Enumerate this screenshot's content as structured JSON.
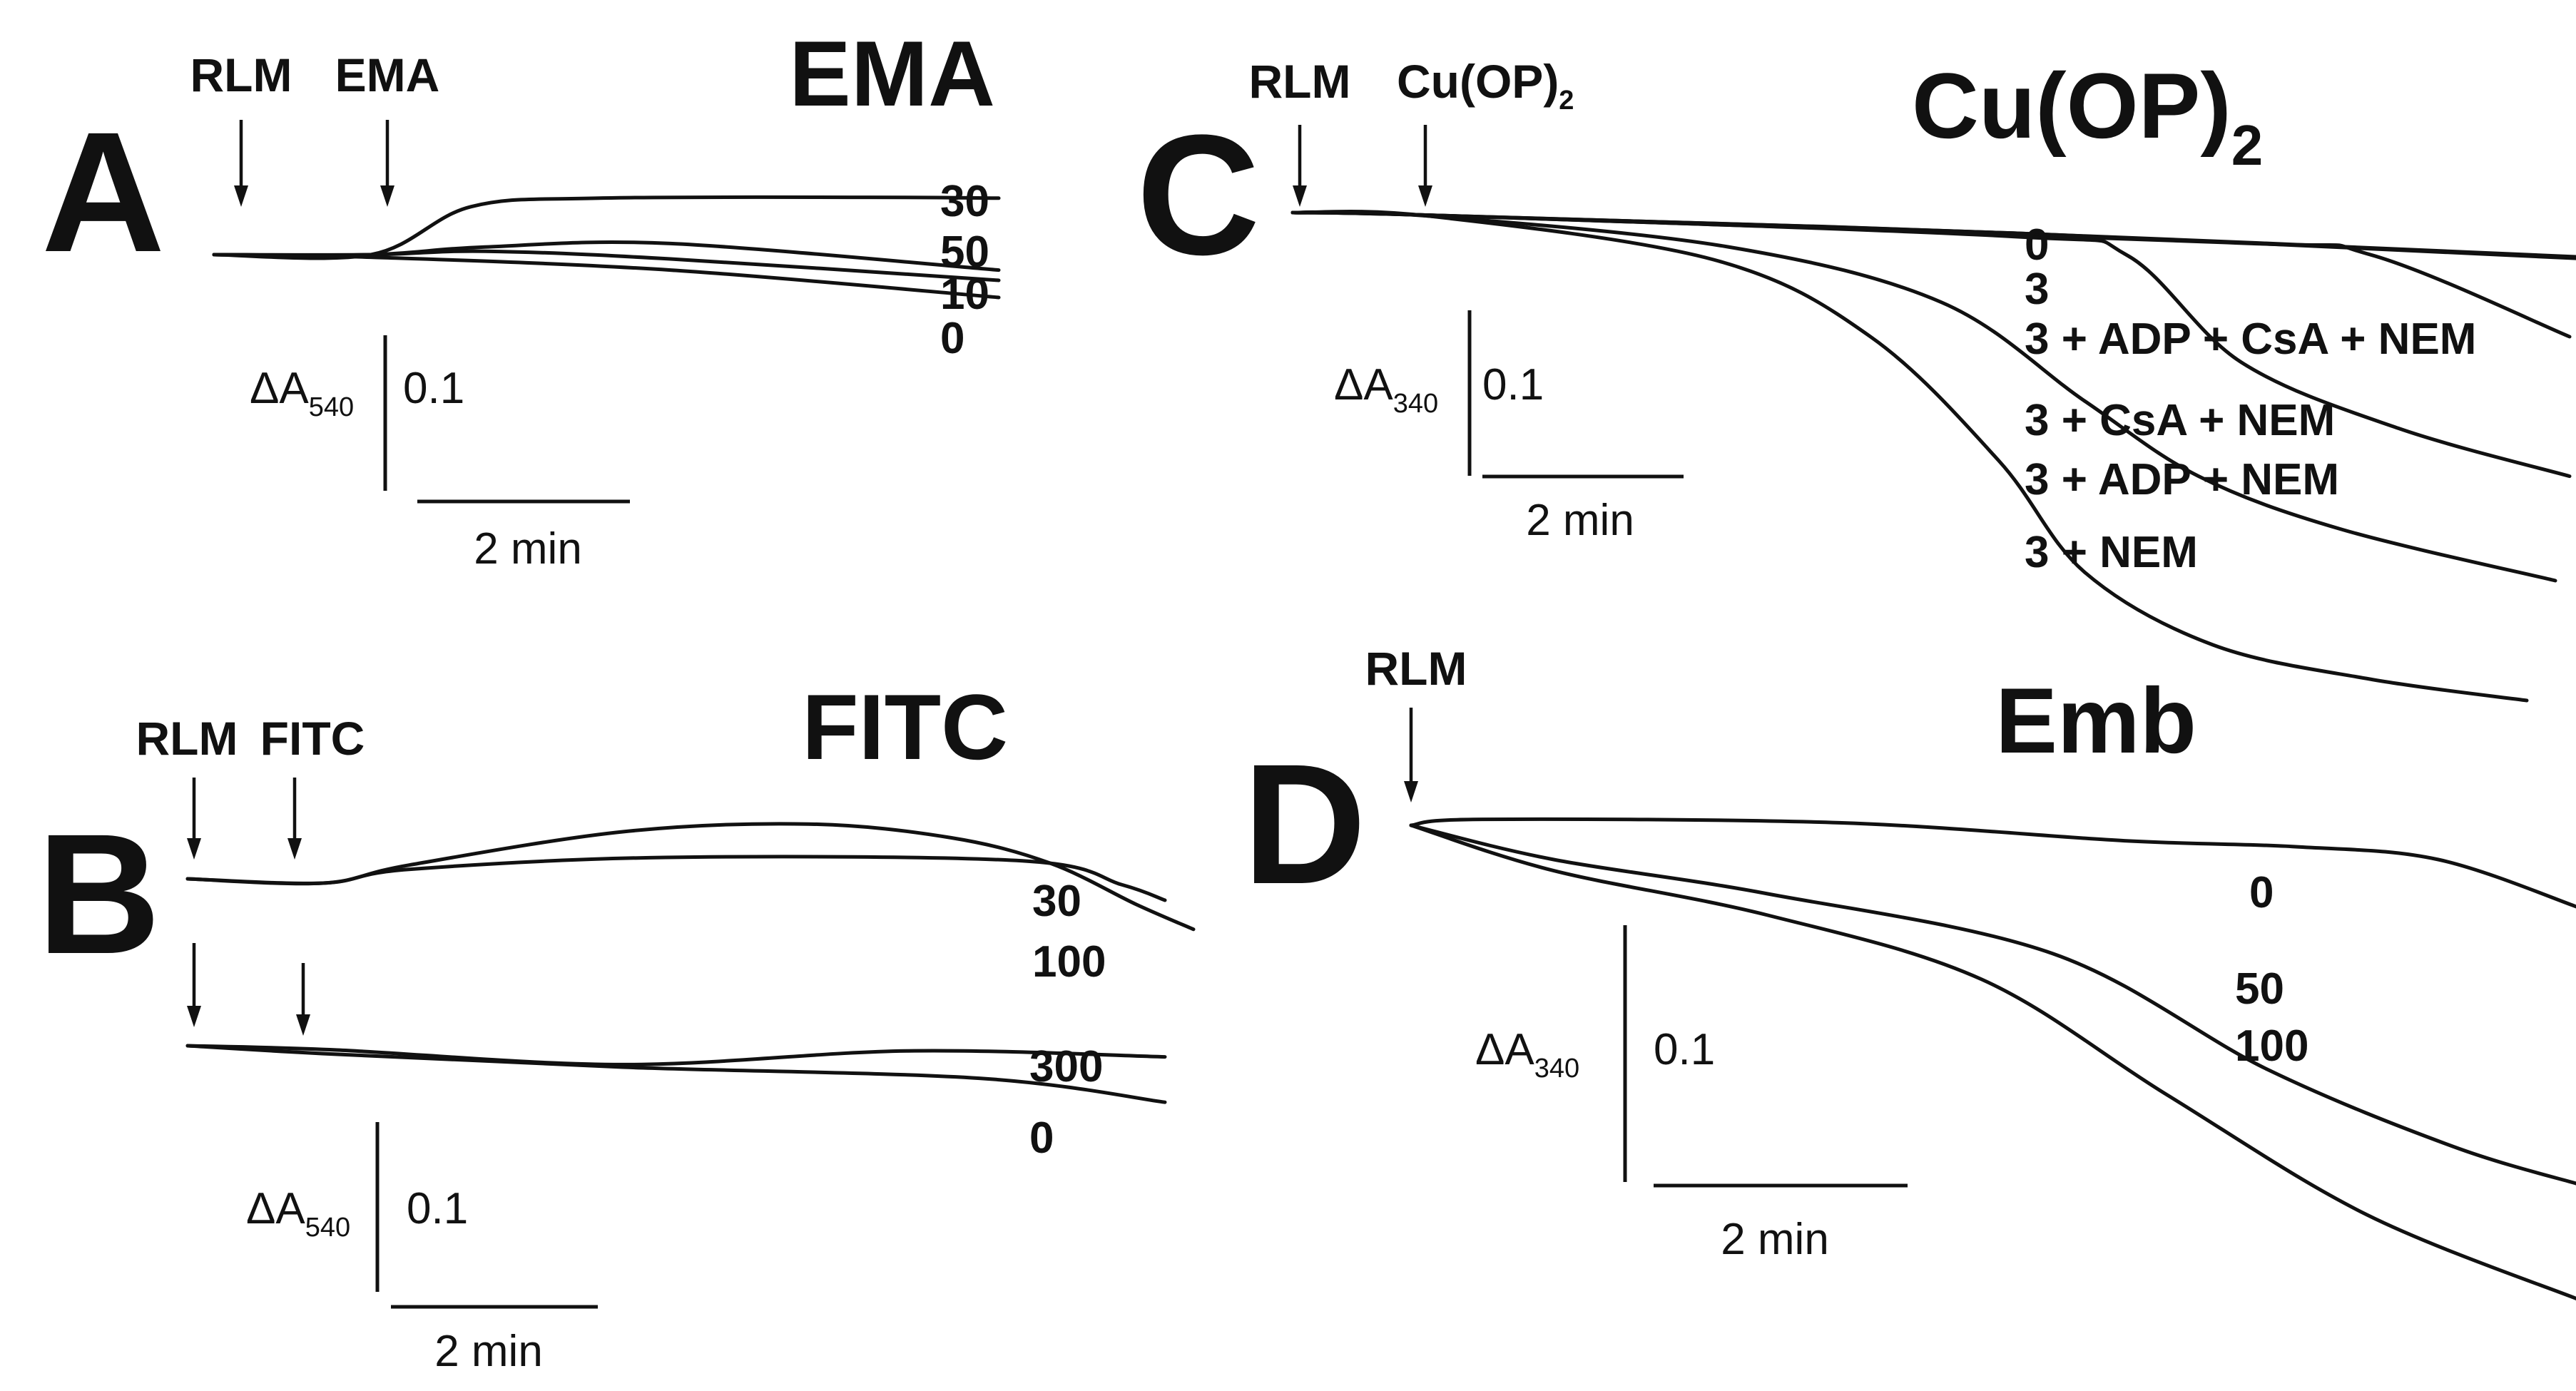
{
  "chart_data": [
    {
      "type": "line",
      "panel_letter": "A",
      "title": "EMA",
      "markers": [
        {
          "label": "RLM",
          "time": 0
        },
        {
          "label": "EMA",
          "time": 0.9
        }
      ],
      "scale_bar": {
        "y_label_main": "ΔA",
        "y_label_sub": "540",
        "y_value": "0.1",
        "x_label": "2 min"
      },
      "series": [
        {
          "name": "30",
          "points": [
            [
              -0.2,
              0
            ],
            [
              0.9,
              0
            ],
            [
              1.6,
              0.056
            ],
            [
              2.5,
              0.066
            ],
            [
              4.4,
              0.067
            ],
            [
              5.3,
              0.066
            ]
          ]
        },
        {
          "name": "50",
          "points": [
            [
              -0.2,
              0
            ],
            [
              0.9,
              0
            ],
            [
              1.7,
              0.009
            ],
            [
              3.0,
              0.013
            ],
            [
              5.3,
              -0.018
            ]
          ]
        },
        {
          "name": "10",
          "points": [
            [
              -0.2,
              0
            ],
            [
              0.9,
              0
            ],
            [
              1.7,
              0.004
            ],
            [
              3.0,
              -0.005
            ],
            [
              5.3,
              -0.03
            ]
          ]
        },
        {
          "name": "0",
          "points": [
            [
              -0.2,
              0
            ],
            [
              0.9,
              -0.003
            ],
            [
              3.0,
              -0.018
            ],
            [
              5.3,
              -0.05
            ]
          ]
        }
      ]
    },
    {
      "type": "line",
      "panel_letter": "B",
      "title": "FITC",
      "markers": [
        {
          "label": "RLM",
          "time": 0
        },
        {
          "label": "FITC",
          "time": 0.9
        }
      ],
      "scale_bar": {
        "y_label_main": "ΔA",
        "y_label_sub": "540",
        "y_value": "0.1",
        "x_label": "2 min"
      },
      "upper_traces": [
        {
          "name": "30",
          "points": [
            [
              -0.05,
              0
            ],
            [
              0.9,
              -0.005
            ],
            [
              1.5,
              0.011
            ],
            [
              3.3,
              0.025
            ],
            [
              5.8,
              0.021
            ],
            [
              6.5,
              -0.007
            ],
            [
              6.8,
              -0.025
            ]
          ]
        },
        {
          "name": "100",
          "points": [
            [
              -0.05,
              0
            ],
            [
              0.9,
              -0.005
            ],
            [
              1.5,
              0.016
            ],
            [
              3.0,
              0.055
            ],
            [
              4.3,
              0.064
            ],
            [
              5.3,
              0.048
            ],
            [
              6.0,
              0.018
            ],
            [
              6.6,
              -0.03
            ],
            [
              7.0,
              -0.059
            ]
          ]
        }
      ],
      "lower_traces": [
        {
          "name": "300",
          "points": [
            [
              -0.05,
              0
            ],
            [
              1.0,
              -0.005
            ],
            [
              3.0,
              -0.022
            ],
            [
              5.0,
              -0.006
            ],
            [
              6.8,
              -0.013
            ]
          ]
        },
        {
          "name": "0",
          "points": [
            [
              -0.05,
              0
            ],
            [
              1.0,
              -0.01
            ],
            [
              3.0,
              -0.025
            ],
            [
              5.5,
              -0.038
            ],
            [
              6.8,
              -0.066
            ]
          ]
        }
      ]
    },
    {
      "type": "line",
      "panel_letter": "C",
      "title": "Cu(OP)",
      "title_sub": "2",
      "markers": [
        {
          "label": "Cu(OP)",
          "label_sub": "2",
          "time": 0.9
        },
        {
          "label": "RLM",
          "time": 0
        }
      ],
      "scale_bar": {
        "y_label_main": "ΔA",
        "y_label_sub": "340",
        "y_value": "0.1",
        "x_label": "2 min"
      },
      "series": [
        {
          "name": "0",
          "points": [
            [
              -0.05,
              0
            ],
            [
              0.9,
              -0.003
            ],
            [
              5.0,
              -0.024
            ],
            [
              9.4,
              -0.057
            ]
          ]
        },
        {
          "name": "3",
          "points": [
            [
              -0.05,
              0
            ],
            [
              0.9,
              -0.003
            ],
            [
              5.0,
              -0.024
            ],
            [
              9.4,
              -0.055
            ]
          ]
        },
        {
          "name": "3 + ADP + CsA + NEM",
          "points": [
            [
              -0.05,
              0
            ],
            [
              0.9,
              -0.003
            ],
            [
              6.5,
              -0.035
            ],
            [
              7.5,
              -0.049
            ],
            [
              8.9,
              -0.145
            ]
          ]
        },
        {
          "name": "3 + CsA + NEM",
          "points": [
            [
              -0.05,
              0
            ],
            [
              0.9,
              -0.003
            ],
            [
              5.0,
              -0.028
            ],
            [
              5.8,
              -0.05
            ],
            [
              6.6,
              -0.175
            ],
            [
              7.7,
              -0.252
            ],
            [
              8.9,
              -0.308
            ]
          ]
        },
        {
          "name": "3 + ADP + NEM",
          "points": [
            [
              -0.05,
              0
            ],
            [
              0.9,
              -0.004
            ],
            [
              3.0,
              -0.04
            ],
            [
              4.5,
              -0.105
            ],
            [
              5.5,
              -0.22
            ],
            [
              6.3,
              -0.308
            ],
            [
              7.3,
              -0.37
            ],
            [
              8.8,
              -0.43
            ]
          ]
        },
        {
          "name": "3 + NEM",
          "points": [
            [
              -0.05,
              0
            ],
            [
              0.9,
              -0.004
            ],
            [
              2.9,
              -0.055
            ],
            [
              4.0,
              -0.145
            ],
            [
              4.9,
              -0.29
            ],
            [
              5.5,
              -0.42
            ],
            [
              6.4,
              -0.505
            ],
            [
              7.5,
              -0.545
            ],
            [
              8.6,
              -0.57
            ]
          ]
        }
      ]
    },
    {
      "type": "line",
      "panel_letter": "D",
      "title": "Emb",
      "markers": [
        {
          "label": "RLM",
          "time": 0
        }
      ],
      "scale_bar": {
        "y_label_main": "ΔA",
        "y_label_sub": "340",
        "y_value": "0.1",
        "x_label": "2 min"
      },
      "series": [
        {
          "name": "0",
          "points": [
            [
              0,
              0
            ],
            [
              0.5,
              0.007
            ],
            [
              3.0,
              0.003
            ],
            [
              5.0,
              -0.018
            ],
            [
              6.2,
              -0.025
            ],
            [
              7.2,
              -0.04
            ],
            [
              8.2,
              -0.097
            ]
          ]
        },
        {
          "name": "50",
          "points": [
            [
              0,
              0
            ],
            [
              1.0,
              -0.04
            ],
            [
              2.5,
              -0.08
            ],
            [
              4.5,
              -0.15
            ],
            [
              6.0,
              -0.285
            ],
            [
              7.3,
              -0.375
            ],
            [
              8.2,
              -0.42
            ]
          ]
        },
        {
          "name": "100",
          "points": [
            [
              0,
              0
            ],
            [
              1.0,
              -0.053
            ],
            [
              2.5,
              -0.105
            ],
            [
              4.0,
              -0.18
            ],
            [
              5.3,
              -0.315
            ],
            [
              6.7,
              -0.455
            ],
            [
              8.2,
              -0.555
            ]
          ]
        }
      ]
    }
  ]
}
